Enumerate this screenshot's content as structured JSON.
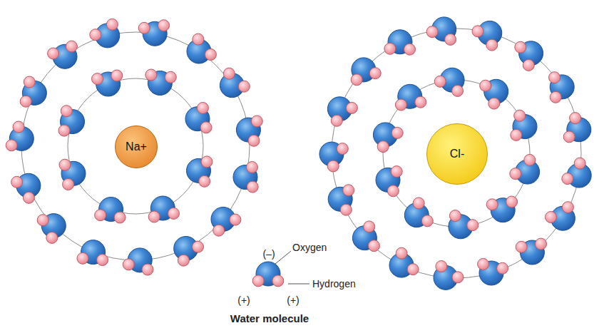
{
  "diagram": {
    "nodes": [
      {
        "text": [
          "Na+"
        ]
      },
      {
        "text": [
          "Cl-"
        ]
      }
    ],
    "labels": [
      "(–)",
      "Oxygen",
      "Hydrogen",
      "(+)",
      "(+)",
      "Water molecule"
    ]
  }
}
